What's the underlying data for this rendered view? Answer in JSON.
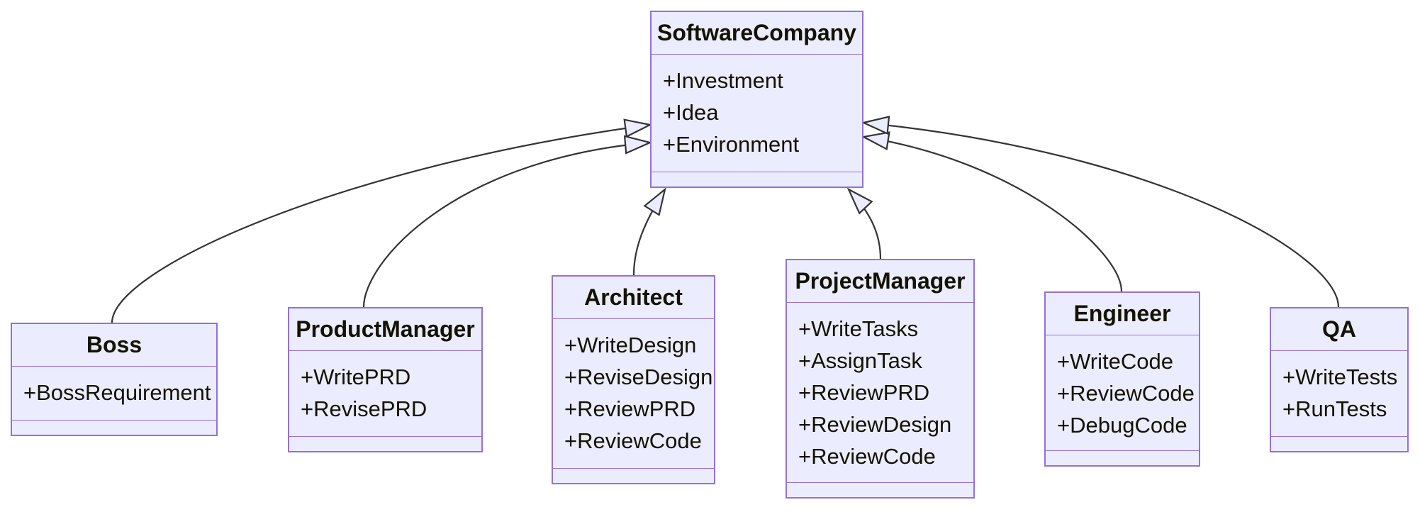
{
  "diagram": {
    "type": "uml-class-diagram",
    "classes": [
      {
        "id": "SoftwareCompany",
        "name": "SoftwareCompany",
        "attributes": [
          "+Investment",
          "+Idea",
          "+Environment"
        ]
      },
      {
        "id": "Boss",
        "name": "Boss",
        "attributes": [
          "+BossRequirement"
        ]
      },
      {
        "id": "ProductManager",
        "name": "ProductManager",
        "attributes": [
          "+WritePRD",
          "+RevisePRD"
        ]
      },
      {
        "id": "Architect",
        "name": "Architect",
        "attributes": [
          "+WriteDesign",
          "+ReviseDesign",
          "+ReviewPRD",
          "+ReviewCode"
        ]
      },
      {
        "id": "ProjectManager",
        "name": "ProjectManager",
        "attributes": [
          "+WriteTasks",
          "+AssignTask",
          "+ReviewPRD",
          "+ReviewDesign",
          "+ReviewCode"
        ]
      },
      {
        "id": "Engineer",
        "name": "Engineer",
        "attributes": [
          "+WriteCode",
          "+ReviewCode",
          "+DebugCode"
        ]
      },
      {
        "id": "QA",
        "name": "QA",
        "attributes": [
          "+WriteTests",
          "+RunTests"
        ]
      }
    ],
    "relations": [
      {
        "from": "Boss",
        "to": "SoftwareCompany",
        "type": "inheritance"
      },
      {
        "from": "ProductManager",
        "to": "SoftwareCompany",
        "type": "inheritance"
      },
      {
        "from": "Architect",
        "to": "SoftwareCompany",
        "type": "inheritance"
      },
      {
        "from": "ProjectManager",
        "to": "SoftwareCompany",
        "type": "inheritance"
      },
      {
        "from": "Engineer",
        "to": "SoftwareCompany",
        "type": "inheritance"
      },
      {
        "from": "QA",
        "to": "SoftwareCompany",
        "type": "inheritance"
      }
    ],
    "colors": {
      "background": "#FFFFFF",
      "node_fill": "#ECECFF",
      "node_border": "#9370DB",
      "edge": "#333333",
      "text": "#131300"
    }
  }
}
